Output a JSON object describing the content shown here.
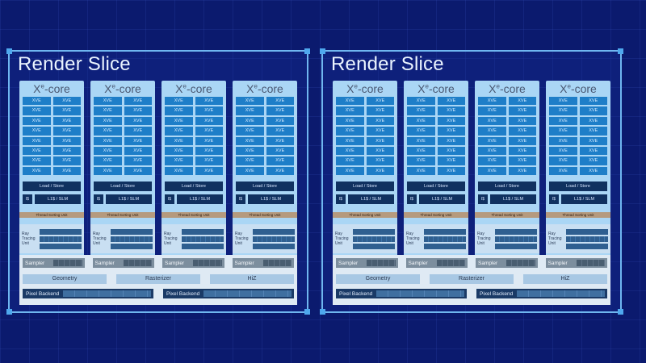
{
  "slice": {
    "title": "Render Slice",
    "core_title_base": "X",
    "core_title_sup": "e",
    "core_title_suffix": "-core",
    "xve_label": "XVE",
    "load_store": "Load / Store",
    "icache": "I$",
    "l1_slm": "L1$ / SLM",
    "thread_sorting_unit": "Thread Sorting Unit",
    "ray_tracing_unit": "Ray Tracing Unit",
    "sampler": "Sampler",
    "geometry": "Geometry",
    "rasterizer": "Rasterizer",
    "hiz": "HiZ",
    "pixel_backend": "Pixel Backend"
  },
  "colors": {
    "background": "#0b1a6e",
    "slice_border": "#6fb6f0",
    "core_bg": "#aad6f5",
    "xve_bg": "#1e7ec8",
    "thread_sorting": "#b59a7e"
  }
}
